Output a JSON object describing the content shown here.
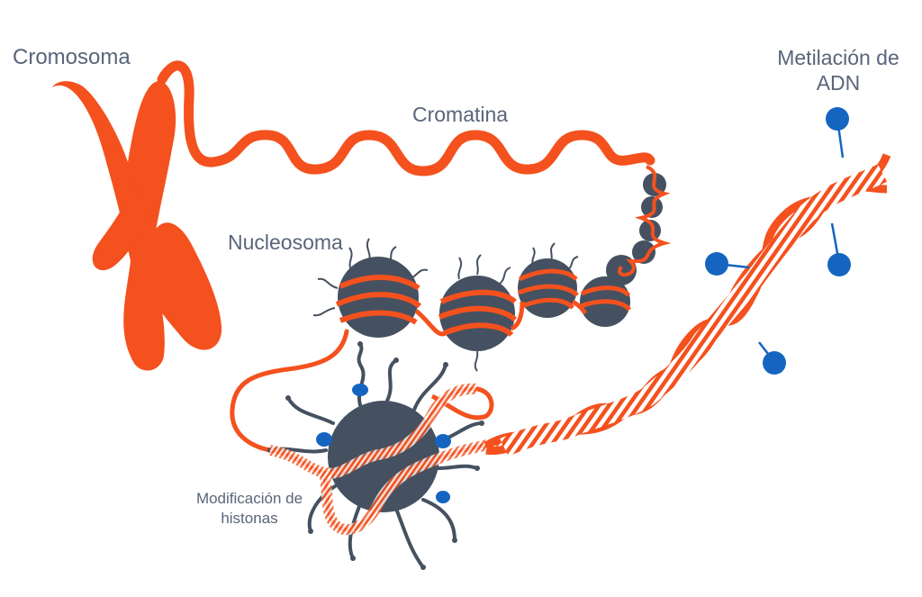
{
  "labels": {
    "chromosome": "Cromosoma",
    "chromatin": "Cromatina",
    "nucleosome": "Nucleosoma",
    "dna_methylation": [
      "Metilación de",
      "ADN"
    ],
    "histone_modification": [
      "Modificación de",
      "histonas"
    ]
  },
  "colors": {
    "dna_orange": "#f4511e",
    "histone_gray": "#455160",
    "tag_blue": "#1565c0",
    "label_gray": "#596579"
  },
  "icons": {
    "chromosome": "chromosome-x-shape",
    "chromatin": "chromatin-fiber",
    "nucleosome": "nucleosome-bead",
    "dna": "double-helix",
    "methyl": "methyl-group-lollipop"
  }
}
